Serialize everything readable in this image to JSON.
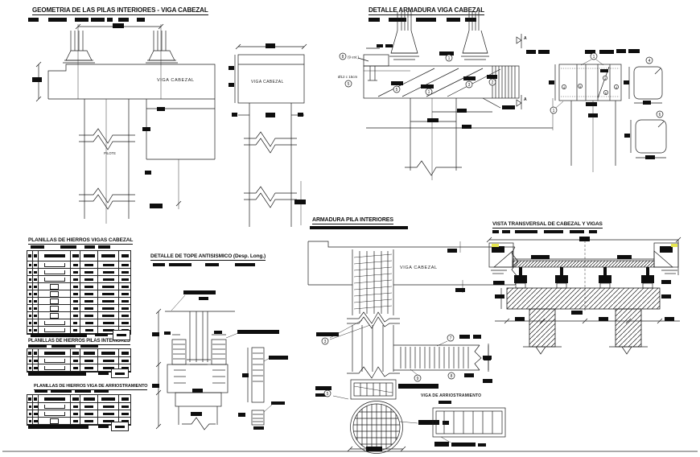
{
  "sheet": {
    "background": "#ffffff",
    "line_color": "#1c1c1c",
    "highlight_color": "#e6e64f",
    "bottom_border_color": "#8c8c8c"
  },
  "titles": {
    "geometria": "GEOMETRIA DE LAS PILAS INTERIORES - VIGA CABEZAL",
    "detalle_armadura": "DETALLE ARMADURA VIGA CABEZAL",
    "planillas_vigas": "PLANILLAS DE HIERROS VIGAS CABEZAL",
    "planillas_pilas": "PLANILLAS DE HIERROS PILAS INTERIORES",
    "planillas_arriostramiento": "PLANILLAS DE HIERROS VIGA DE ARRIOSTRAMIENTO",
    "tope": "DETALLE DE TOPE ANTISISMICO (Desp. Long.)",
    "armadura_pila": "ARMADURA PILA INTERIORES",
    "vista_transversal": "VISTA TRANSVERSAL DE CABEZAL Y VIGAS"
  },
  "labels": {
    "viga_cabezal": "VIGA CABEZAL",
    "pilote": "PILOTE",
    "viga_de_arriostramiento": "VIGA DE ARRIOSTRAMIENTO",
    "estribos": "(9 est.)",
    "phi12": "Ø12 c 15cm",
    "section_a": "A"
  },
  "callouts": {
    "c1": "1",
    "c2": "2",
    "c3": "3",
    "c4": "4",
    "c5": "5",
    "c6": "6",
    "c7": "7",
    "c8": "8",
    "c9": "9"
  }
}
